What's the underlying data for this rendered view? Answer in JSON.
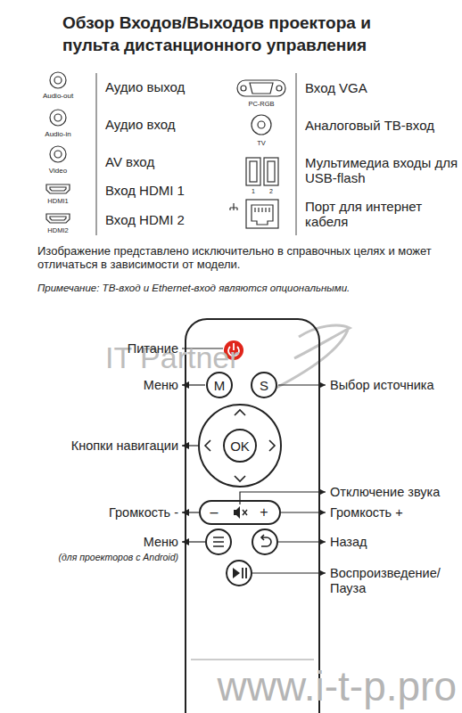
{
  "diagram": {
    "title": "Обзор Входов/Выходов проектора и пульта дистанционного управления",
    "nodes": [
      {
        "text": [
          "M"
        ]
      },
      {
        "text": [
          "S"
        ]
      },
      {
        "text": [
          "OK"
        ]
      }
    ],
    "labels": [
      "Audio-out",
      "Аудио выход",
      "Audio-in",
      "Аудио вход",
      "Video",
      "AV вход",
      "HDMI1",
      "Вход HDMI 1",
      "HDMI2",
      "Вход HDMI 2",
      "PC-RGB",
      "Вход VGA",
      "TV",
      "Аналоговый ТВ-вход",
      "1",
      "2",
      "Мультимедиа входы для USB-flash",
      "Порт для интернет кабеля",
      "Изображение представлено исключительно в справочных целях и может отличаться в зависимости от модели.",
      "Примечание: ТВ-вход и Ethernet-вход являются опциональными.",
      "Питание",
      "Меню",
      "Выбор источника",
      "Кнопки навигации",
      "Отключение звука",
      "Громкость -",
      "–",
      "+",
      "Громкость +",
      "Меню",
      "(для проекторов с Android)",
      "Назад",
      "Воспроизведение/ Пауза",
      "IT Partner",
      "www.i-t-p.pro"
    ]
  }
}
